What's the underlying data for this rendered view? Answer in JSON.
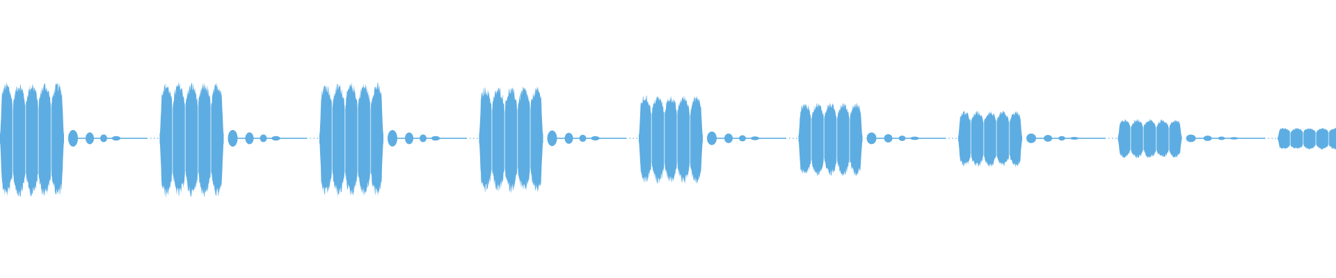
{
  "waveform": {
    "color": "#5dade2",
    "background": "#ffffff",
    "bursts": [
      {
        "amplitude": 1.0
      },
      {
        "amplitude": 1.0
      },
      {
        "amplitude": 0.99
      },
      {
        "amplitude": 0.92
      },
      {
        "amplitude": 0.77
      },
      {
        "amplitude": 0.64
      },
      {
        "amplitude": 0.49
      },
      {
        "amplitude": 0.34
      },
      {
        "amplitude": 0.19
      }
    ]
  }
}
